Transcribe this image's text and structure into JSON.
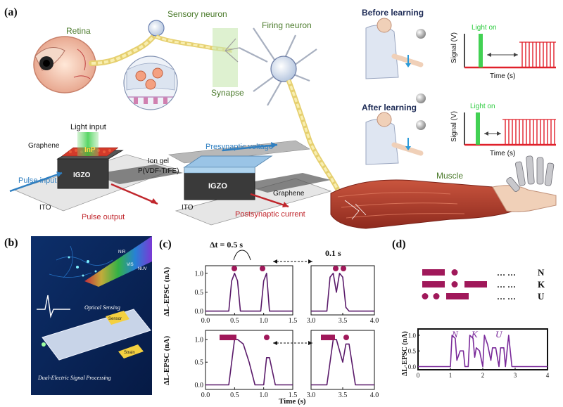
{
  "panels": {
    "a": {
      "letter": "(a)",
      "labels": {
        "retina": "Retina",
        "sensory_neuron": "Sensory neuron",
        "firing_neuron": "Firing neuron",
        "synapse": "Synapse",
        "muscle": "Muscle",
        "before_learning": "Before learning",
        "after_learning": "After learning",
        "light_input": "Light input",
        "inp": "InP",
        "graphene_left": "Graphene",
        "igzo_left": "IGZO",
        "pulse_input": "Pulse input",
        "ito_left": "ITO",
        "pulse_output": "Pulse output",
        "presynaptic_voltage": "Presynaptic voltage",
        "ion_gel": "Ion gel",
        "pvdf": "P(VDF-TrFE)",
        "igzo_right": "IGZO",
        "graphene_right": "Graphene",
        "ito_right": "ITO",
        "postsynaptic_current": "Postsynaptic current"
      },
      "signal_plots": {
        "light_on": "Light on",
        "ylabel": "Signal (V)",
        "xlabel": "Time (s)"
      },
      "colors": {
        "green_label": "#4a7a2a",
        "navy": "#1c2a55",
        "blue_arrow": "#2f7fc1",
        "red_arrow": "#c0262c",
        "signal_red": "#e0202a",
        "light_green": "#2ecc40"
      }
    },
    "b": {
      "letter": "(b)",
      "labels": {
        "optical_sensing": "Optical Sensing",
        "dual_electric": "Dual-Electric Signal Processing",
        "nir": "NIR",
        "vis": "VIS",
        "nuv": "NUV",
        "strain": "Strain",
        "sensor": "Sensor"
      }
    },
    "c": {
      "letter": "(c)",
      "top_annotations": {
        "dt_label": "Δt = 0.5 s",
        "dt2_label": "0.1 s"
      },
      "ylabel": "ΔL-EPSC (nA)",
      "xlabel": "Time (s)",
      "colors": {
        "trace": "#5a1a6a",
        "marker": "#a0185a"
      }
    },
    "d": {
      "letter": "(d)",
      "morse_rows": [
        {
          "letter": "N",
          "dots": "… …"
        },
        {
          "letter": "K",
          "dots": "… …"
        },
        {
          "letter": "U",
          "dots": "… …"
        }
      ],
      "peak_labels": [
        "N",
        "K",
        "U"
      ],
      "ylabel": "ΔL-EPSC (nA)",
      "colors": {
        "trace": "#7a2a9a",
        "marker": "#a0185a"
      }
    }
  },
  "chart_data": [
    {
      "type": "line",
      "id": "c-top-left",
      "x": [
        0.0,
        0.4,
        0.45,
        0.5,
        0.55,
        0.6,
        0.95,
        1.0,
        1.05,
        1.1,
        1.5
      ],
      "series": [
        {
          "values": [
            0,
            0,
            0.8,
            1.0,
            0.8,
            0,
            0,
            0.8,
            1.0,
            0,
            0
          ]
        }
      ],
      "xlim": [
        0.0,
        1.5
      ],
      "ylim": [
        -0.1,
        1.2
      ],
      "xticks": [
        "0.0",
        "0.5",
        "1.0",
        "1.5"
      ],
      "yticks": [
        "0.0",
        "0.5",
        "1.0"
      ]
    },
    {
      "type": "line",
      "id": "c-top-right",
      "x": [
        3.0,
        3.25,
        3.3,
        3.35,
        3.4,
        3.45,
        3.5,
        3.55,
        3.6,
        4.0
      ],
      "series": [
        {
          "values": [
            0,
            0,
            0.9,
            1.0,
            0.5,
            1.0,
            0.9,
            0.1,
            0,
            0
          ]
        }
      ],
      "xlim": [
        3.0,
        4.0
      ],
      "ylim": [
        -0.1,
        1.2
      ],
      "xticks": [
        "3.0",
        "3.5",
        "4.0"
      ]
    },
    {
      "type": "line",
      "id": "c-bottom-left",
      "x": [
        0.0,
        0.4,
        0.5,
        0.55,
        0.65,
        0.75,
        0.85,
        1.0,
        1.05,
        1.1,
        1.2,
        1.5
      ],
      "series": [
        {
          "values": [
            0,
            0,
            1.0,
            1.0,
            0.9,
            0.5,
            0,
            0,
            0.6,
            0.6,
            0,
            0
          ]
        }
      ],
      "xlim": [
        0.0,
        1.5
      ],
      "ylim": [
        -0.1,
        1.2
      ],
      "xticks": [
        "0.0",
        "0.5",
        "1.0",
        "1.5"
      ],
      "yticks": [
        "0.0",
        "0.5",
        "1.0"
      ]
    },
    {
      "type": "line",
      "id": "c-bottom-right",
      "x": [
        3.0,
        3.25,
        3.35,
        3.4,
        3.5,
        3.55,
        3.6,
        3.7,
        4.0
      ],
      "series": [
        {
          "values": [
            0,
            0,
            1.0,
            1.0,
            0.5,
            0.9,
            0.9,
            0,
            0
          ]
        }
      ],
      "xlim": [
        3.0,
        4.0
      ],
      "ylim": [
        -0.1,
        1.2
      ],
      "xticks": [
        "3.0",
        "3.5",
        "4.0"
      ]
    },
    {
      "type": "line",
      "id": "d-morse",
      "x": [
        0,
        1.0,
        1.05,
        1.15,
        1.2,
        1.3,
        1.4,
        1.45,
        1.55,
        1.6,
        1.7,
        1.75,
        1.8,
        1.9,
        2.0,
        2.05,
        2.15,
        2.25,
        2.3,
        2.4,
        2.5,
        2.55,
        2.65,
        2.7,
        2.8,
        2.9,
        4
      ],
      "series": [
        {
          "values": [
            0,
            0,
            1.0,
            0.9,
            0.2,
            0.5,
            0.5,
            0,
            0,
            1.0,
            0.9,
            0.3,
            0.6,
            0.5,
            0,
            1.0,
            0.7,
            0.2,
            0.6,
            0.6,
            0,
            0.6,
            0.6,
            0,
            1.0,
            0,
            0
          ]
        }
      ],
      "xlim": [
        0,
        4
      ],
      "ylim": [
        -0.1,
        1.2
      ],
      "xticks": [
        "0",
        "1",
        "2",
        "3",
        "4"
      ],
      "yticks": [
        "0.0",
        "0.5",
        "1.0"
      ]
    }
  ]
}
